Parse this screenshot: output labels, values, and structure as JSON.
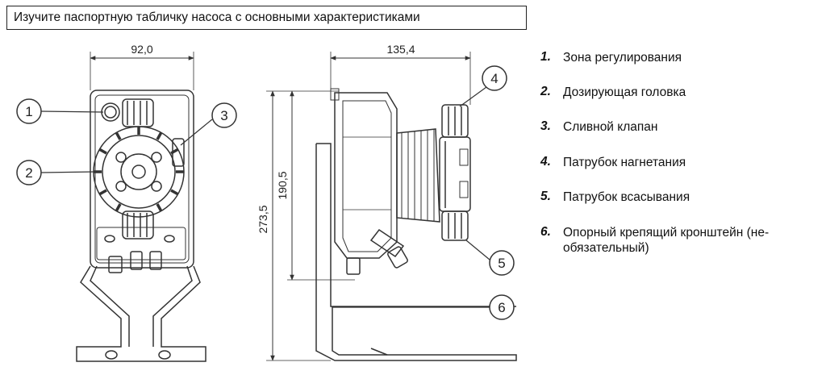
{
  "title": "Изучите паспортную табличку насоса с основными характеристиками",
  "dimensions": {
    "front_width": "92,0",
    "side_width": "135,4",
    "total_height": "273,5",
    "body_height": "190,5"
  },
  "callouts": [
    "1",
    "2",
    "3",
    "4",
    "5",
    "6"
  ],
  "legend": [
    {
      "num": "1.",
      "text": "Зона регулирования"
    },
    {
      "num": "2.",
      "text": "Дозирующая головка"
    },
    {
      "num": "3.",
      "text": "Сливной клапан"
    },
    {
      "num": "4.",
      "text": "Патрубок нагнетания"
    },
    {
      "num": "5.",
      "text": "Патрубок всасывания"
    },
    {
      "num": "6.",
      "text": "Опорный крепящий кронштейн (не-обязательный)"
    }
  ]
}
